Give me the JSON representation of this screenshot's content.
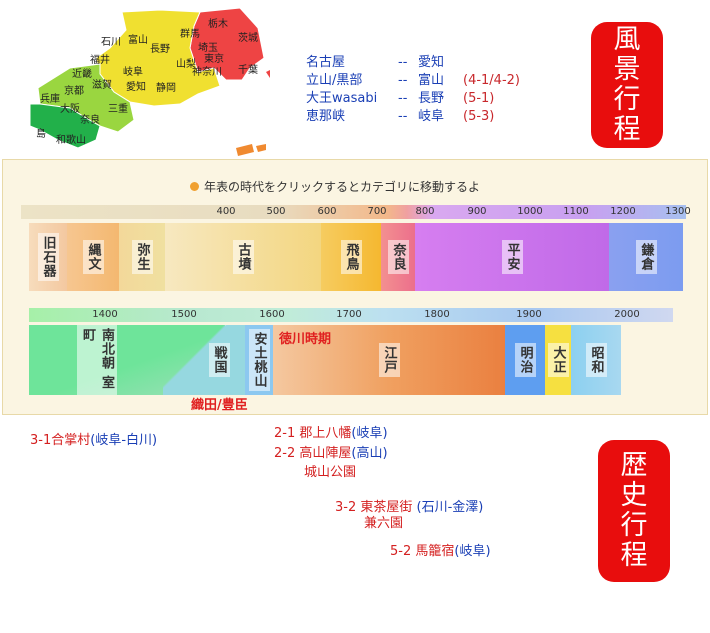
{
  "map": {
    "labels": [
      "栃木",
      "群馬",
      "茨城",
      "石川",
      "富山",
      "埼玉",
      "福井",
      "長野",
      "東京",
      "千葉",
      "山梨",
      "神奈川",
      "近畿",
      "岐阜",
      "京都",
      "愛知",
      "滋賀",
      "静岡",
      "兵庫",
      "大阪",
      "三重",
      "奈良",
      "和歌山",
      "島"
    ],
    "colors": {
      "tokyo_area": "#ee4444",
      "chubu": "#f0e030",
      "kinki": "#9ad640",
      "west": "#22b04a",
      "orange": "#f08a30"
    }
  },
  "fuukei": {
    "rows": [
      {
        "place": "名古屋",
        "dash": "--",
        "pref": "愛知",
        "ref": ""
      },
      {
        "place": "立山/黒部",
        "dash": "--",
        "pref": "富山",
        "ref": "(4-1/4-2)"
      },
      {
        "place": "大王wasabi",
        "dash": "--",
        "pref": "長野",
        "ref": "(5-1)"
      },
      {
        "place": "恵那峡",
        "dash": "--",
        "pref": "岐阜",
        "ref": "(5-3)"
      }
    ],
    "badge": [
      "風",
      "景",
      "行",
      "程"
    ]
  },
  "timeline": {
    "hint": "年表の時代をクリックするとカテゴリに移動するよ",
    "scale1_ticks": [
      "400",
      "500",
      "600",
      "700",
      "800",
      "900",
      "1000",
      "1100",
      "1200",
      "1300"
    ],
    "scale2_ticks": [
      "1400",
      "1500",
      "1600",
      "1700",
      "1800",
      "1900",
      "2000"
    ],
    "eras_row1": [
      {
        "id": "kyusekki",
        "label": "旧石器",
        "color": "#f3c8a0"
      },
      {
        "id": "jomon",
        "label": "縄文",
        "color": "#f4b870"
      },
      {
        "id": "yayoi",
        "label": "弥生",
        "color": "#f0dc8c"
      },
      {
        "id": "kofun",
        "label": "古墳",
        "color": "#f3df9a"
      },
      {
        "id": "asuka",
        "label": "飛鳥",
        "color": "#f6c030"
      },
      {
        "id": "nara",
        "label": "奈良",
        "color": "#f28080"
      },
      {
        "id": "heian",
        "label": "平安",
        "color": "#c86ee8"
      },
      {
        "id": "kamakura",
        "label": "鎌倉",
        "color": "#7c9cf0"
      }
    ],
    "eras_row2": [
      {
        "id": "muromachi",
        "label": "南北朝 室町",
        "color": "#6ee49a"
      },
      {
        "id": "sengoku",
        "label": "戦国",
        "color": "#96dcc8"
      },
      {
        "id": "azuchi",
        "label": "安土桃山",
        "color": "#8cc8f0"
      },
      {
        "id": "edo",
        "label": "江戸",
        "color": "#f09050"
      },
      {
        "id": "meiji",
        "label": "明治",
        "color": "#5e9ef0"
      },
      {
        "id": "taisho",
        "label": "大正",
        "color": "#f6e040"
      },
      {
        "id": "showa",
        "label": "昭和",
        "color": "#7cc4f0"
      }
    ],
    "note_tokugawa": "徳川時期",
    "note_oda": "織田/豊臣"
  },
  "rekishi": {
    "items": [
      {
        "num": "3-1",
        "name": "合掌村",
        "loc": "(岐阜-白川)"
      },
      {
        "num": "2-1",
        "name": "郡上八幡",
        "loc": "(岐阜)"
      },
      {
        "num": "2-2",
        "name": "高山陣屋",
        "loc": "(高山)"
      },
      {
        "num": "",
        "name": "城山公園",
        "loc": ""
      },
      {
        "num": "3-2",
        "name": "東茶屋街",
        "loc": "(石川-金澤)"
      },
      {
        "num": "",
        "name": "兼六園",
        "loc": ""
      },
      {
        "num": "5-2",
        "name": "馬籠宿",
        "loc": "(岐阜)"
      }
    ],
    "badge": [
      "歴",
      "史",
      "行",
      "程"
    ]
  }
}
